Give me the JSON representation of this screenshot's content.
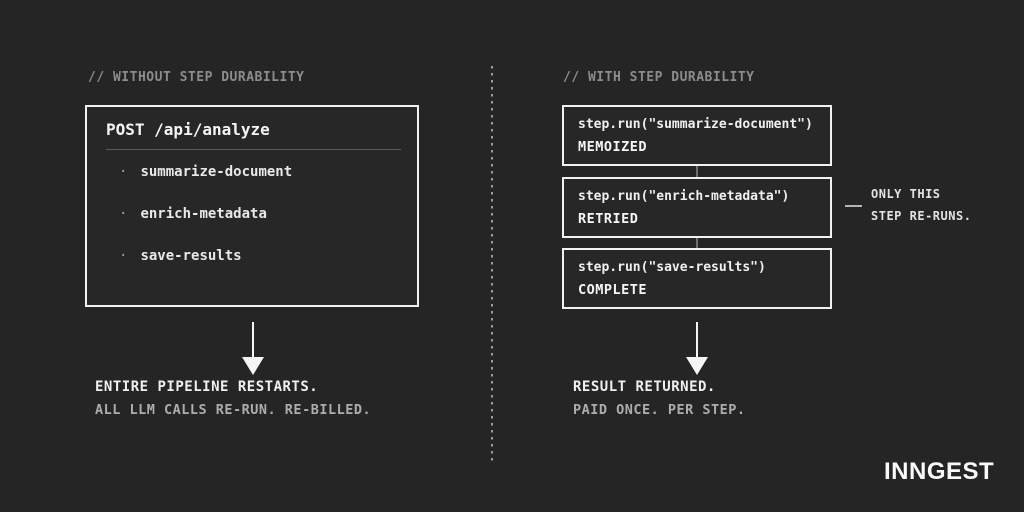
{
  "colors": {
    "background": "#252525",
    "box_border": "#f2f2f2",
    "heading_gray": "#8c8c8c",
    "primary_text": "#f0f0f0",
    "secondary_text": "#adadad"
  },
  "left": {
    "heading": "// WITHOUT STEP DURABILITY",
    "box": {
      "title": "POST /api/analyze",
      "bullet": "·",
      "items": [
        "summarize-document",
        "enrich-metadata",
        "save-results"
      ]
    },
    "result_title": "ENTIRE PIPELINE RESTARTS.",
    "result_subtitle": "ALL LLM CALLS RE-RUN. RE-BILLED."
  },
  "right": {
    "heading": "// WITH STEP DURABILITY",
    "steps": [
      {
        "code": "step.run(\"summarize-document\")",
        "status": "MEMOIZED"
      },
      {
        "code": "step.run(\"enrich-metadata\")",
        "status": "RETRIED"
      },
      {
        "code": "step.run(\"save-results\")",
        "status": "COMPLETE"
      }
    ],
    "annotation": {
      "line1": "ONLY THIS",
      "line2": "STEP RE-RUNS."
    },
    "result_title": "RESULT RETURNED.",
    "result_subtitle": "PAID ONCE. PER STEP."
  },
  "logo": "INNGEST"
}
